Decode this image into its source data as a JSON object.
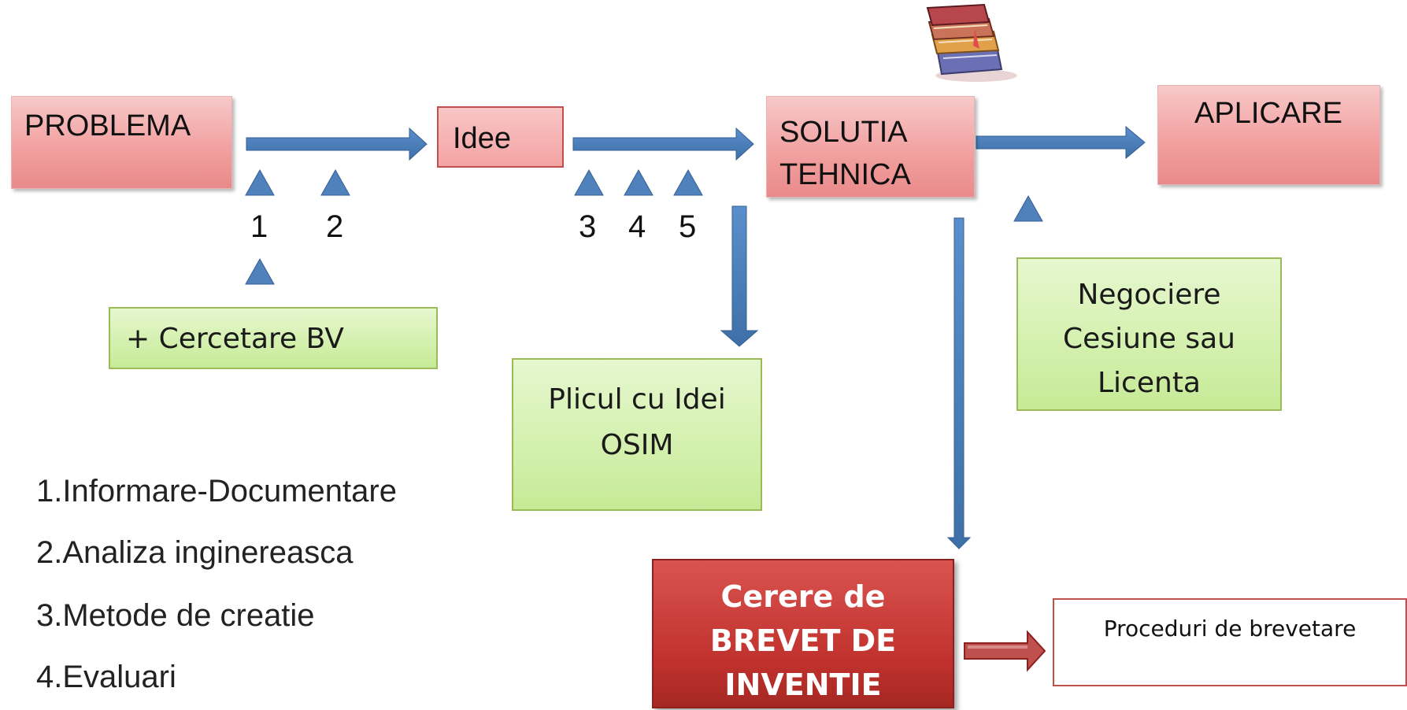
{
  "nodes": {
    "problema": "PROBLEMA",
    "idee": "Idee",
    "solutia_line1": "SOLUTIA",
    "solutia_line2": "TEHNICA",
    "aplicare": "APLICARE",
    "cercetare": "+ Cercetare BV",
    "plicul_line1": "Plicul cu Idei",
    "plicul_line2": "OSIM",
    "negociere_line1": "Negociere",
    "negociere_line2": "Cesiune sau",
    "negociere_line3": "Licenta",
    "cerere_line1": "Cerere de",
    "cerere_line2": "BREVET DE",
    "cerere_line3": "INVENTIE",
    "proceduri": "Proceduri de brevetare"
  },
  "step_numbers": [
    "1",
    "2",
    "3",
    "4",
    "5"
  ],
  "legend": [
    "1.Informare-Documentare",
    "2.Analiza inginereasca",
    "3.Metode de creatie",
    "4.Evaluari"
  ],
  "colors": {
    "arrow_blue": "#4f81bd",
    "arrow_red": "#c0504d",
    "pink": "#f2a1a1",
    "green": "#d3f0ad",
    "dark_red": "#c0312d"
  },
  "icons": {
    "books": "books-icon"
  }
}
